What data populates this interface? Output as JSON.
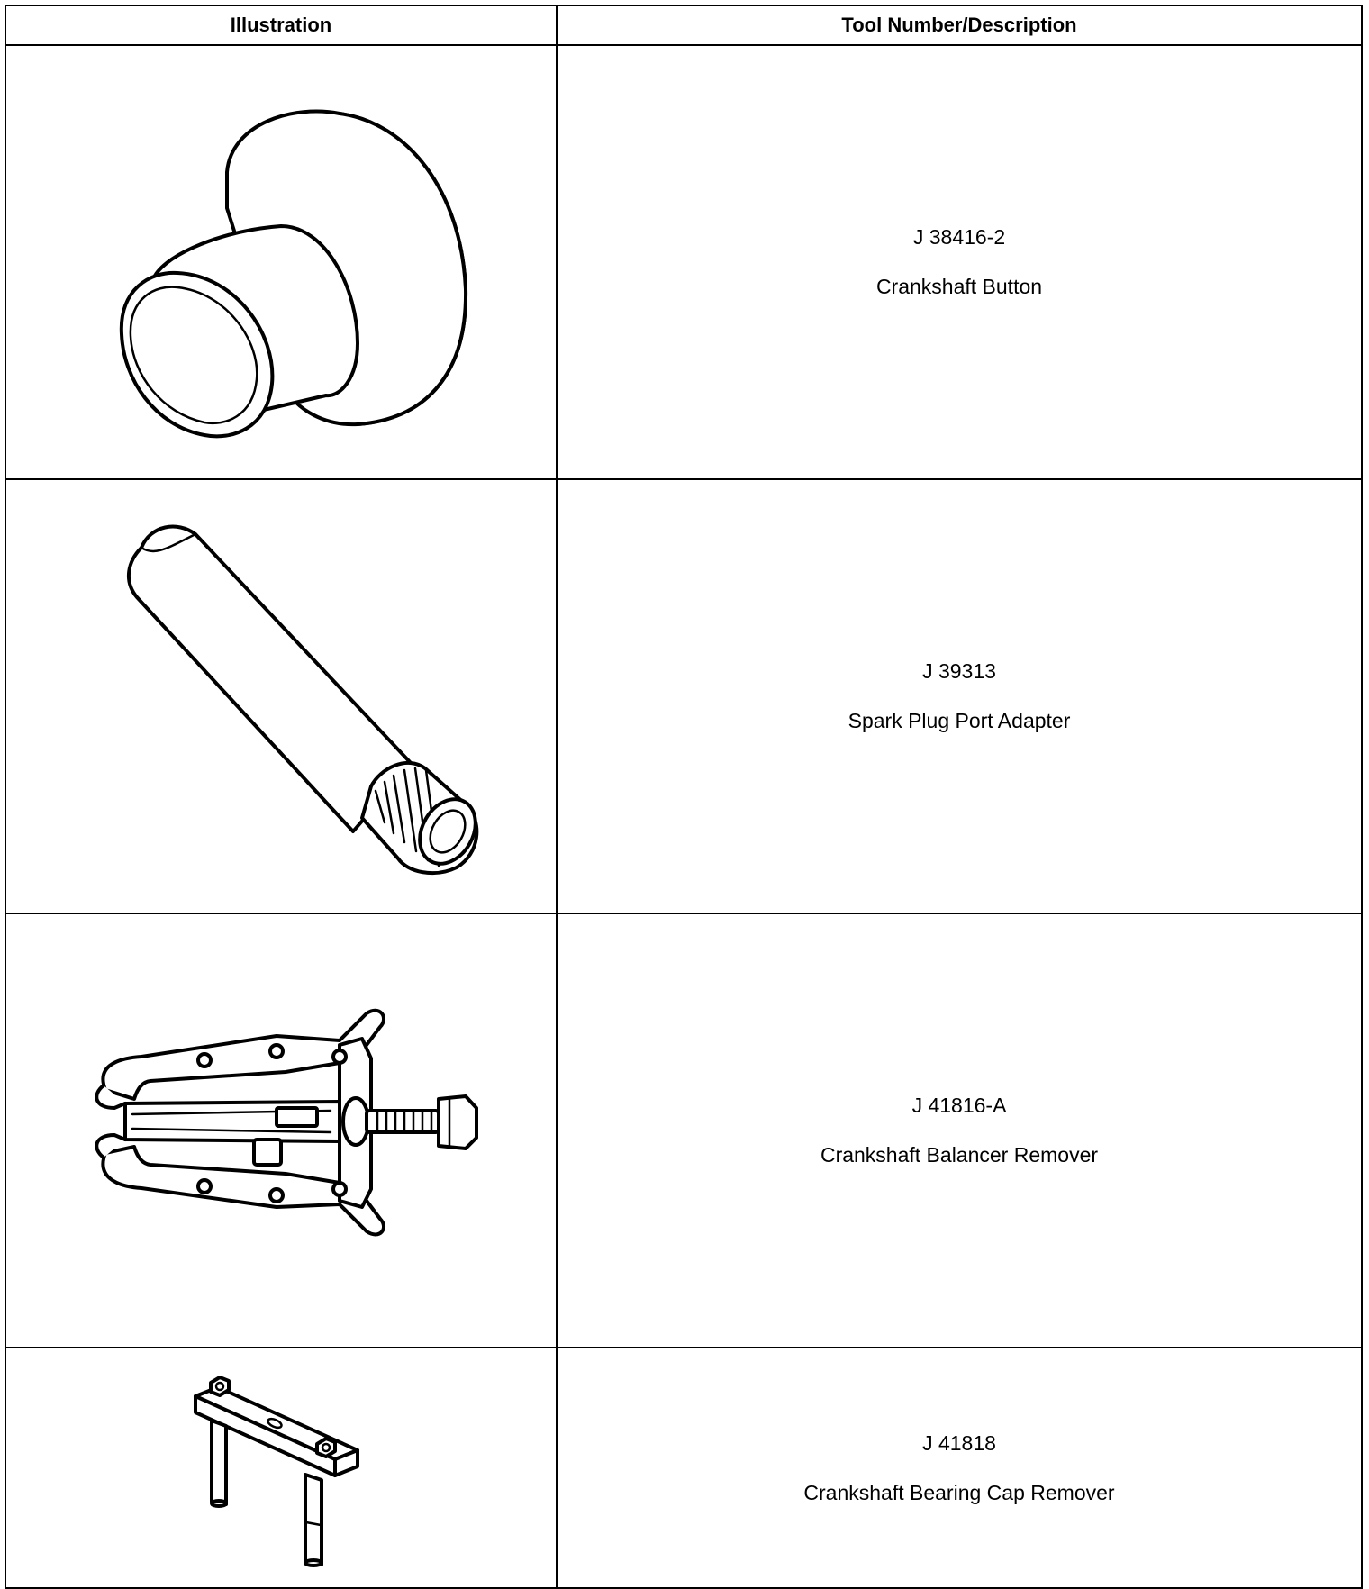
{
  "table": {
    "headers": {
      "illustration": "Illustration",
      "tool": "Tool Number/Description"
    },
    "rows": [
      {
        "number": "J 38416-2",
        "description": "Crankshaft Button",
        "icon": "crankshaft-button-icon"
      },
      {
        "number": "J 39313",
        "description": "Spark Plug Port Adapter",
        "icon": "spark-plug-adapter-icon"
      },
      {
        "number": "J 41816-A",
        "description": "Crankshaft Balancer Remover",
        "icon": "balancer-remover-icon"
      },
      {
        "number": "J 41818",
        "description": "Crankshaft Bearing Cap Remover",
        "icon": "bearing-cap-remover-icon"
      }
    ]
  }
}
